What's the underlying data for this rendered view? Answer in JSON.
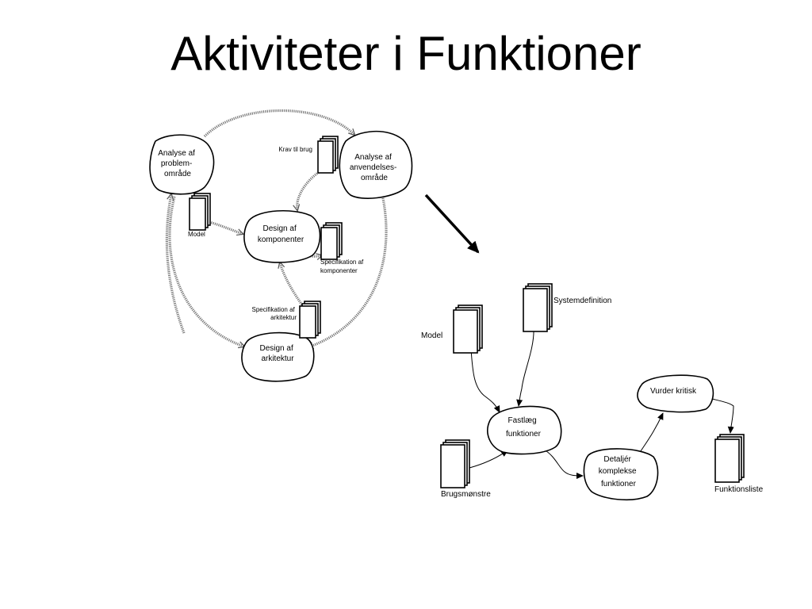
{
  "title": "Aktiviteter i Funktioner",
  "left_diagram": {
    "analyse_problem": [
      "Analyse af",
      "problem-",
      "område"
    ],
    "analyse_anvendelse": [
      "Analyse af",
      "anvendelses-",
      "område"
    ],
    "design_komponenter": [
      "Design af",
      "komponenter"
    ],
    "design_arkitektur": [
      "Design af",
      "arkitektur"
    ],
    "doc_krav": "Krav til brug",
    "doc_model": "Model",
    "doc_spec_komponenter": [
      "Specifikation af",
      "komponenter"
    ],
    "doc_spec_arkitektur": [
      "Specifikation af",
      "arkitektur"
    ]
  },
  "right_diagram": {
    "fastlaeg": [
      "Fastlæg",
      "funktioner"
    ],
    "detaljer": [
      "Detaljér",
      "komplekse",
      "funktioner"
    ],
    "vurder": "Vurder kritisk",
    "doc_model": "Model",
    "doc_systemdefinition": "Systemdefinition",
    "doc_brugsmonstre": "Brugsmønstre",
    "doc_funktionsliste": "Funktionsliste"
  }
}
